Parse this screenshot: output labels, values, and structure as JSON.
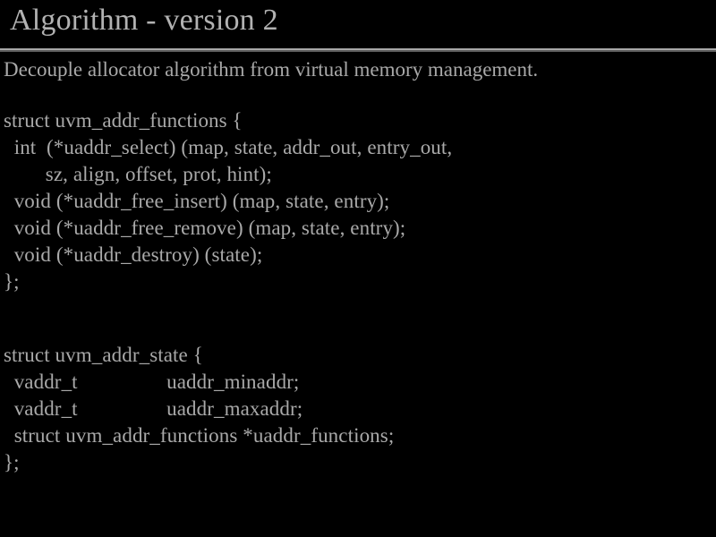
{
  "slide": {
    "title": "Algorithm - version 2",
    "background_color": "#000000",
    "title_color": "#b2b2b2",
    "body_color": "#a9a9a9",
    "rule_light_color": "#a8a8a8",
    "rule_dark_color": "#5d5d5d",
    "summary": "Decouple allocator algorithm from virtual memory management.",
    "code_block_1": [
      "struct uvm_addr_functions {",
      "  int  (*uaddr_select) (map, state, addr_out, entry_out,",
      "        sz, align, offset, prot, hint);",
      "  void (*uaddr_free_insert) (map, state, entry);",
      "  void (*uaddr_free_remove) (map, state, entry);",
      "  void (*uaddr_destroy) (state);",
      "};"
    ],
    "code_block_2": [
      "struct uvm_addr_state {",
      "  vaddr_t                 uaddr_minaddr;",
      "  vaddr_t                 uaddr_maxaddr;",
      "  struct uvm_addr_functions *uaddr_functions;",
      "};"
    ]
  }
}
